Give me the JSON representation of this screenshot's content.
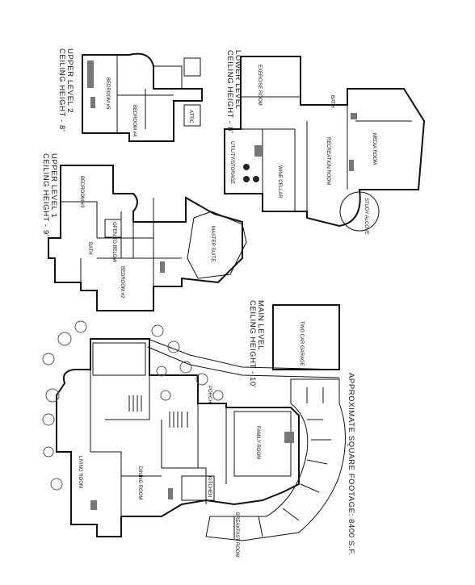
{
  "plans": {
    "upper2": {
      "title": "UPPER LEVEL 2",
      "ceiling": "CEILING HEIGHT - 8'",
      "rooms": [
        "BEDROOM #5",
        "BEDROOM #4",
        "ATTIC"
      ]
    },
    "lower": {
      "title": "LOWER LEVEL",
      "ceiling": "CEILING HEIGHT - 8'",
      "rooms": [
        "EXERCISE ROOM",
        "UTILITY/STORAGE",
        "RECREATION ROOM",
        "WINE CELLAR",
        "MEDIA ROOM",
        "STUDY ALCOVE",
        "BATH"
      ]
    },
    "upper1": {
      "title": "UPPER LEVEL 1",
      "ceiling": "CEILING HEIGHT - 9'",
      "rooms": [
        "BEDROOM #3",
        "BEDROOM #2",
        "MASTER SUITE",
        "OPEN TO BELOW",
        "BATH"
      ]
    },
    "main": {
      "title": "MAIN LEVEL",
      "ceiling": "CEILING HEIGHT - 10'",
      "rooms": [
        "TWO CAR GARAGE",
        "LIVING ROOM",
        "DINING ROOM",
        "FAMILY ROOM",
        "KITCHEN",
        "BREAKFAST ROOM",
        "PORCH"
      ]
    },
    "footer": "APPROXIMATE SQUARE FOOTAGE: 8400 S.F."
  }
}
